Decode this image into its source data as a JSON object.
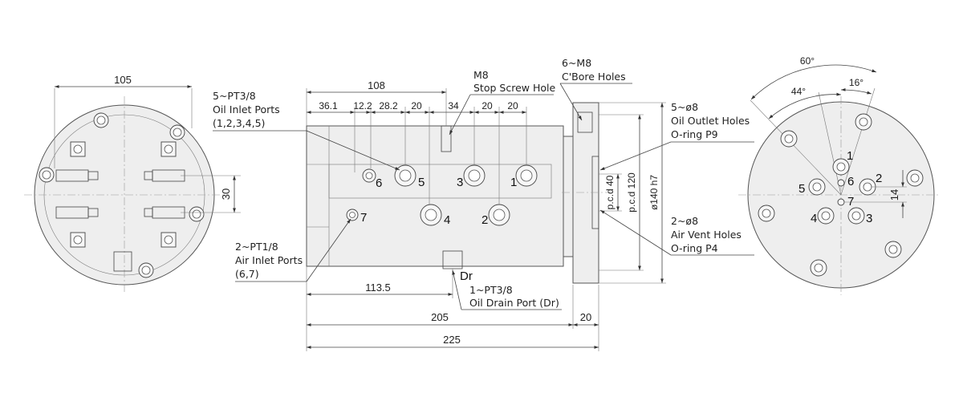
{
  "drawing": {
    "left_view": {
      "width": "105",
      "spacing": "30"
    },
    "side_view": {
      "top_dims": [
        "108",
        "36.1",
        "12.2",
        "28.2",
        "20",
        "34",
        "20",
        "20"
      ],
      "bottom_dims": {
        "drain_offset": "113.5",
        "body": "205",
        "flange": "20",
        "overall": "225"
      },
      "vertical_dims": [
        "p.c.d 40",
        "p.c.d 120",
        "ø140 h7"
      ],
      "port_numbers": [
        "6",
        "5",
        "3",
        "1",
        "7",
        "4",
        "2"
      ],
      "drain_label": "Dr"
    },
    "right_view": {
      "angles": [
        "60°",
        "44°",
        "16°"
      ],
      "spacing": "14",
      "port_numbers": [
        "1",
        "2",
        "6",
        "5",
        "7",
        "4",
        "3"
      ]
    },
    "callouts": {
      "oil_inlet": [
        "5~PT3/8",
        "Oil Inlet Ports",
        "(1,2,3,4,5)"
      ],
      "stop_screw": [
        "M8",
        "Stop Screw Hole"
      ],
      "cbore": [
        "6~M8",
        "C'Bore Holes"
      ],
      "oil_outlet": [
        "5~ø8",
        "Oil Outlet Holes",
        "O-ring P9"
      ],
      "air_vent": [
        "2~ø8",
        "Air Vent Holes",
        "O-ring P4"
      ],
      "air_inlet": [
        "2~PT1/8",
        "Air Inlet Ports",
        "(6,7)"
      ],
      "oil_drain": [
        "1~PT3/8",
        "Oil Drain Port (Dr)"
      ]
    }
  }
}
